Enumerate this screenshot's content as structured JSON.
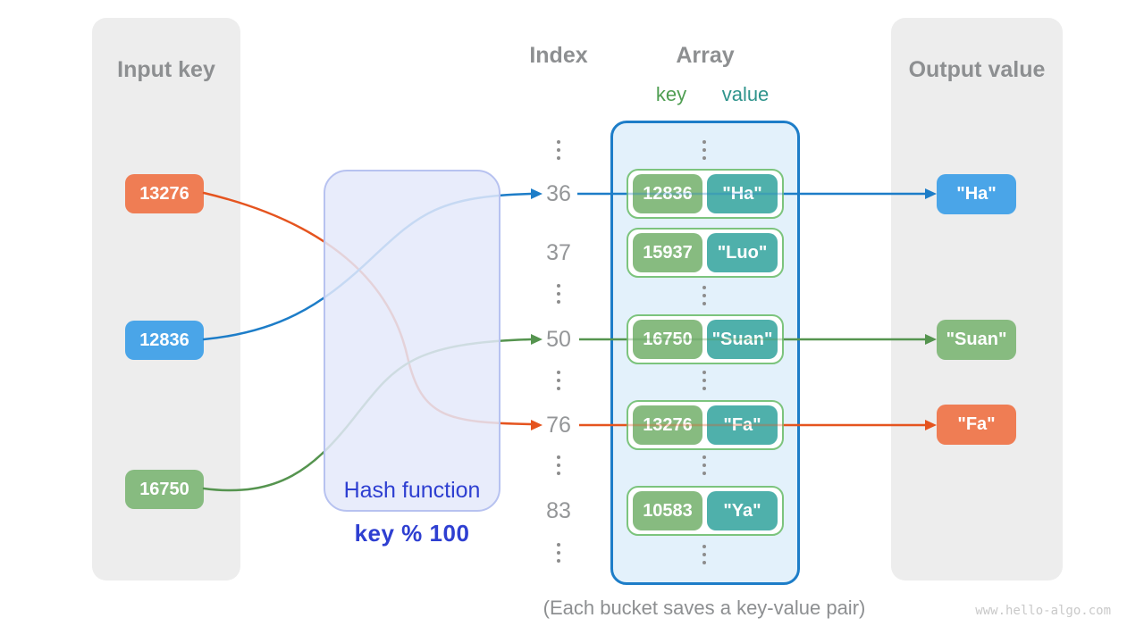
{
  "colors": {
    "panel_bg": "#ededed",
    "header_text": "#8d8f91",
    "index_text": "#949698",
    "orange_badge": "#ef7d54",
    "orange_line": "#e5541f",
    "blue_badge": "#4aa5e8",
    "blue_line": "#1d7dc8",
    "green_badge": "#87bb80",
    "green_line": "#55944f",
    "teal_badge": "#4fb0ab",
    "key_label_text": "#4f9e52",
    "value_label_text": "#2f948c",
    "hash_text": "#2e3fd1",
    "hash_box_bg": "#e4e9fa",
    "hash_box_border": "#b7c2f0",
    "array_bg": "#e3f1fb",
    "array_border": "#1d7dc8",
    "bucket_border": "#7cc47d",
    "caption_text": "#8d8f91",
    "watermark_text": "#c9c9c9"
  },
  "input_panel": {
    "title": "Input key",
    "keys": [
      "13276",
      "12836",
      "16750"
    ]
  },
  "hash_box": {
    "name": "Hash function",
    "formula": "key % 100"
  },
  "index_column": {
    "title": "Index",
    "values": [
      "36",
      "37",
      "50",
      "76",
      "83"
    ]
  },
  "array_panel": {
    "title": "Array",
    "key_label": "key",
    "value_label": "value",
    "buckets": [
      {
        "key": "12836",
        "value": "\"Ha\""
      },
      {
        "key": "15937",
        "value": "\"Luo\""
      },
      {
        "key": "16750",
        "value": "\"Suan\""
      },
      {
        "key": "13276",
        "value": "\"Fa\""
      },
      {
        "key": "10583",
        "value": "\"Ya\""
      }
    ]
  },
  "output_panel": {
    "title": "Output value",
    "values": [
      "\"Ha\"",
      "\"Suan\"",
      "\"Fa\""
    ]
  },
  "caption": "(Each bucket saves a key-value pair)",
  "watermark": "www.hello-algo.com",
  "icons": {
    "ellipsis": "vertical-ellipsis-icon",
    "arrows": "arrow-right-icon"
  }
}
